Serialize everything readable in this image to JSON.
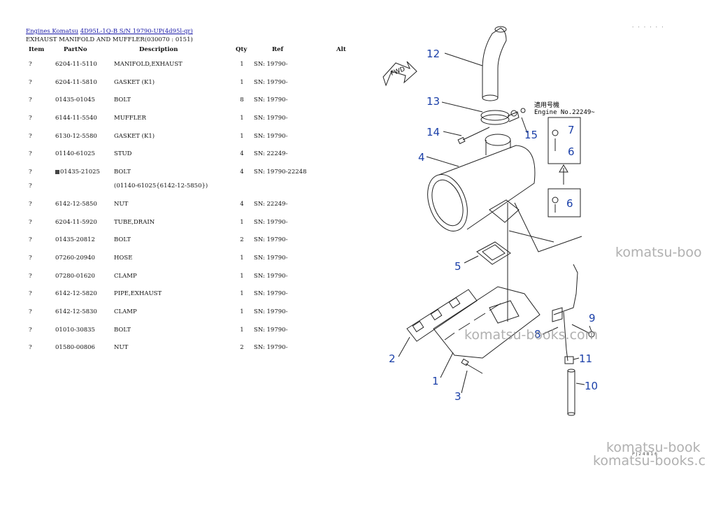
{
  "breadcrumb": {
    "link1": "Engines Komatsu",
    "link2": "4D95L-1Q-B S/N 19790-UP(4d95l-qr)"
  },
  "section_title": "EXHAUST MANIFOLD AND MUFFLER(030070 : 0151)",
  "columns": {
    "item": "Item",
    "partno": "PartNo",
    "description": "Description",
    "qty": "Qty",
    "ref": "Ref",
    "alt": "Alt"
  },
  "rows": [
    {
      "item": "?",
      "partno": "6204-11-5110",
      "desc": "MANIFOLD,EXHAUST",
      "qty": "1",
      "ref": "SN: 19790-"
    },
    {
      "item": "?",
      "partno": "6204-11-5810",
      "desc": "GASKET (K1)",
      "qty": "1",
      "ref": "SN: 19790-"
    },
    {
      "item": "?",
      "partno": "01435-01045",
      "desc": "BOLT",
      "qty": "8",
      "ref": "SN: 19790-"
    },
    {
      "item": "?",
      "partno": "6144-11-5540",
      "desc": "MUFFLER",
      "qty": "1",
      "ref": "SN: 19790-"
    },
    {
      "item": "?",
      "partno": "6130-12-5580",
      "desc": "GASKET (K1)",
      "qty": "1",
      "ref": "SN: 19790-"
    },
    {
      "item": "?",
      "partno": "01140-61025",
      "desc": "STUD",
      "qty": "4",
      "ref": "SN: 22249-"
    },
    {
      "item": "?",
      "partno": "01435-21025",
      "desc": "BOLT",
      "qty": "4",
      "ref": "SN: 19790-22248"
    },
    {
      "item": "?",
      "partno": "",
      "desc": "(01140-61025{6142-12-5850})",
      "qty": "",
      "ref": ""
    },
    {
      "item": "?",
      "partno": "6142-12-5850",
      "desc": "NUT",
      "qty": "4",
      "ref": "SN: 22249-"
    },
    {
      "item": "?",
      "partno": "6204-11-5920",
      "desc": "TUBE,DRAIN",
      "qty": "1",
      "ref": "SN: 19790-"
    },
    {
      "item": "?",
      "partno": "01435-20812",
      "desc": "BOLT",
      "qty": "2",
      "ref": "SN: 19790-"
    },
    {
      "item": "?",
      "partno": "07260-20940",
      "desc": "HOSE",
      "qty": "1",
      "ref": "SN: 19790-"
    },
    {
      "item": "?",
      "partno": "07280-01620",
      "desc": "CLAMP",
      "qty": "1",
      "ref": "SN: 19790-"
    },
    {
      "item": "?",
      "partno": "6142-12-5820",
      "desc": "PIPE,EXHAUST",
      "qty": "1",
      "ref": "SN: 19790-"
    },
    {
      "item": "?",
      "partno": "6142-12-5830",
      "desc": "CLAMP",
      "qty": "1",
      "ref": "SN: 19790-"
    },
    {
      "item": "?",
      "partno": "01010-30835",
      "desc": "BOLT",
      "qty": "1",
      "ref": "SN: 19790-"
    },
    {
      "item": "?",
      "partno": "01580-00806",
      "desc": "NUT",
      "qty": "2",
      "ref": "SN: 19790-"
    }
  ],
  "diagram": {
    "callouts": {
      "n1": "1",
      "n2": "2",
      "n3": "3",
      "n4": "4",
      "n5": "5",
      "n6a": "6",
      "n6b": "6",
      "n7": "7",
      "n8": "8",
      "n9": "9",
      "n10": "10",
      "n11": "11",
      "n12": "12",
      "n13": "13",
      "n14": "14",
      "n15": "15"
    },
    "fwd_label": "FWD",
    "note_line1": "適用号機",
    "note_line2": "Engine No.22249~",
    "footer_code": "P J 2 4 8 1 6",
    "callout_color": "#1a3fa8"
  },
  "watermarks": {
    "w1": "komatsu-boo",
    "w2": "komatsu-books.com",
    "w3": "komatsu-book",
    "w4": "komatsu-books.c"
  },
  "corner_dots": ". . . . . ."
}
